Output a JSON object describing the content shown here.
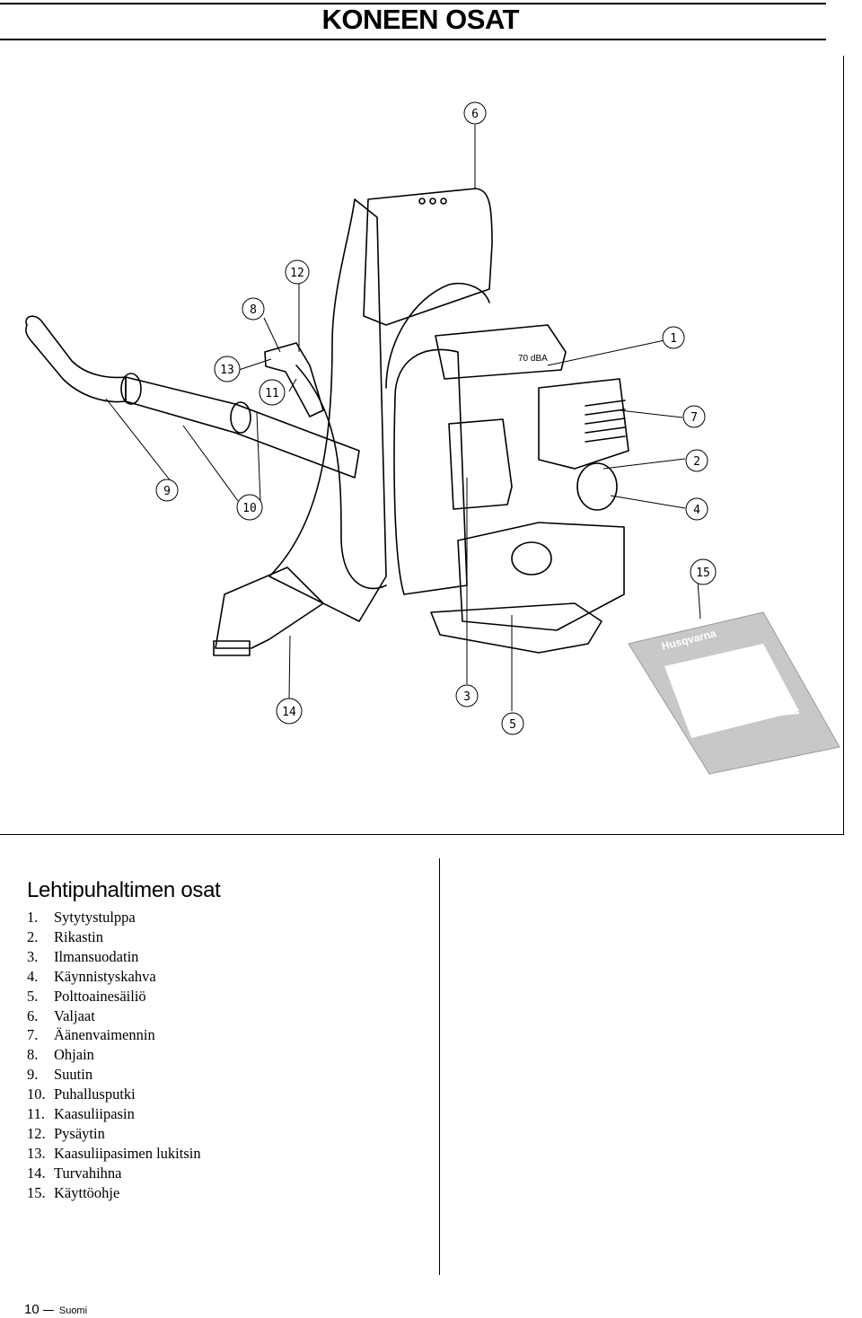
{
  "header": {
    "title": "KONEEN OSAT"
  },
  "figure": {
    "callouts": [
      {
        "num": "1"
      },
      {
        "num": "2"
      },
      {
        "num": "3"
      },
      {
        "num": "4"
      },
      {
        "num": "5"
      },
      {
        "num": "6"
      },
      {
        "num": "7"
      },
      {
        "num": "8"
      },
      {
        "num": "9"
      },
      {
        "num": "10"
      },
      {
        "num": "11"
      },
      {
        "num": "12"
      },
      {
        "num": "13"
      },
      {
        "num": "14"
      },
      {
        "num": "15"
      }
    ],
    "engine_label": "70 dBA",
    "manual_brand": "Husqvarna"
  },
  "section": {
    "title": "Lehtipuhaltimen osat",
    "items": [
      {
        "num": "1.",
        "label": "Sytytystulppa"
      },
      {
        "num": "2.",
        "label": "Rikastin"
      },
      {
        "num": "3.",
        "label": "Ilmansuodatin"
      },
      {
        "num": "4.",
        "label": "Käynnistyskahva"
      },
      {
        "num": "5.",
        "label": "Polttoainesäiliö"
      },
      {
        "num": "6.",
        "label": "Valjaat"
      },
      {
        "num": "7.",
        "label": "Äänenvaimennin"
      },
      {
        "num": "8.",
        "label": "Ohjain"
      },
      {
        "num": "9.",
        "label": "Suutin"
      },
      {
        "num": "10.",
        "label": "Puhallusputki"
      },
      {
        "num": "11.",
        "label": "Kaasuliipasin"
      },
      {
        "num": "12.",
        "label": "Pysäytin"
      },
      {
        "num": "13.",
        "label": "Kaasuliipasimen lukitsin"
      },
      {
        "num": "14.",
        "label": "Turvahihna"
      },
      {
        "num": "15.",
        "label": "Käyttöohje"
      }
    ]
  },
  "footer": {
    "page_number": "10",
    "language": "Suomi"
  }
}
